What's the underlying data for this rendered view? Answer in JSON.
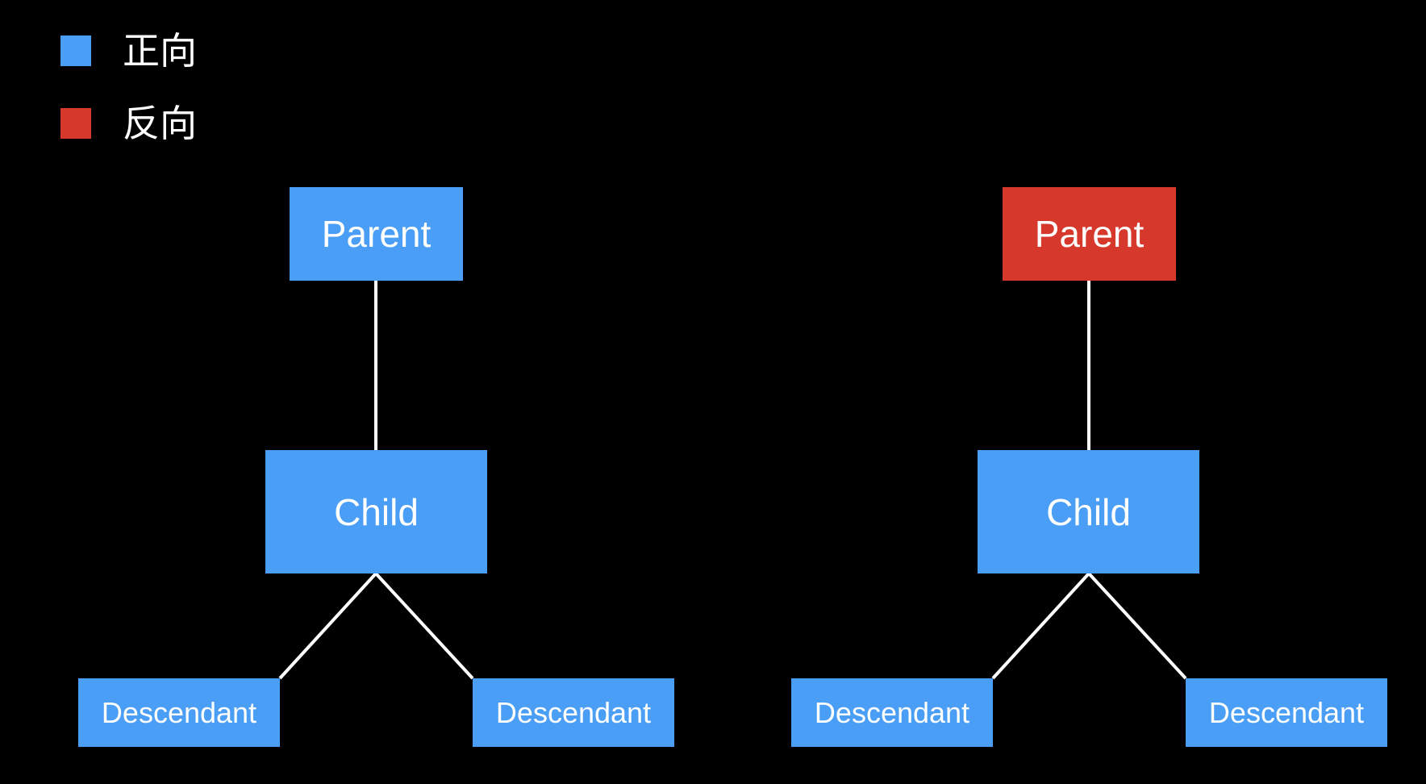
{
  "colors": {
    "background": "#000000",
    "forward_blue": "#4A9EF5",
    "reverse_red": "#D6392B",
    "line": "#FFFFFF",
    "text": "#FFFFFF"
  },
  "legend": {
    "items": [
      {
        "label": "正向",
        "variant": "blue"
      },
      {
        "label": "反向",
        "variant": "red"
      }
    ]
  },
  "trees": [
    {
      "name": "forward-query-tree",
      "parent": {
        "label": "Parent",
        "variant": "blue"
      },
      "child": {
        "label": "Child",
        "variant": "blue"
      },
      "descendants": [
        {
          "label": "Descendant",
          "variant": "blue"
        },
        {
          "label": "Descendant",
          "variant": "blue"
        }
      ]
    },
    {
      "name": "reverse-query-tree",
      "parent": {
        "label": "Parent",
        "variant": "red"
      },
      "child": {
        "label": "Child",
        "variant": "blue"
      },
      "descendants": [
        {
          "label": "Descendant",
          "variant": "blue"
        },
        {
          "label": "Descendant",
          "variant": "blue"
        }
      ]
    }
  ]
}
